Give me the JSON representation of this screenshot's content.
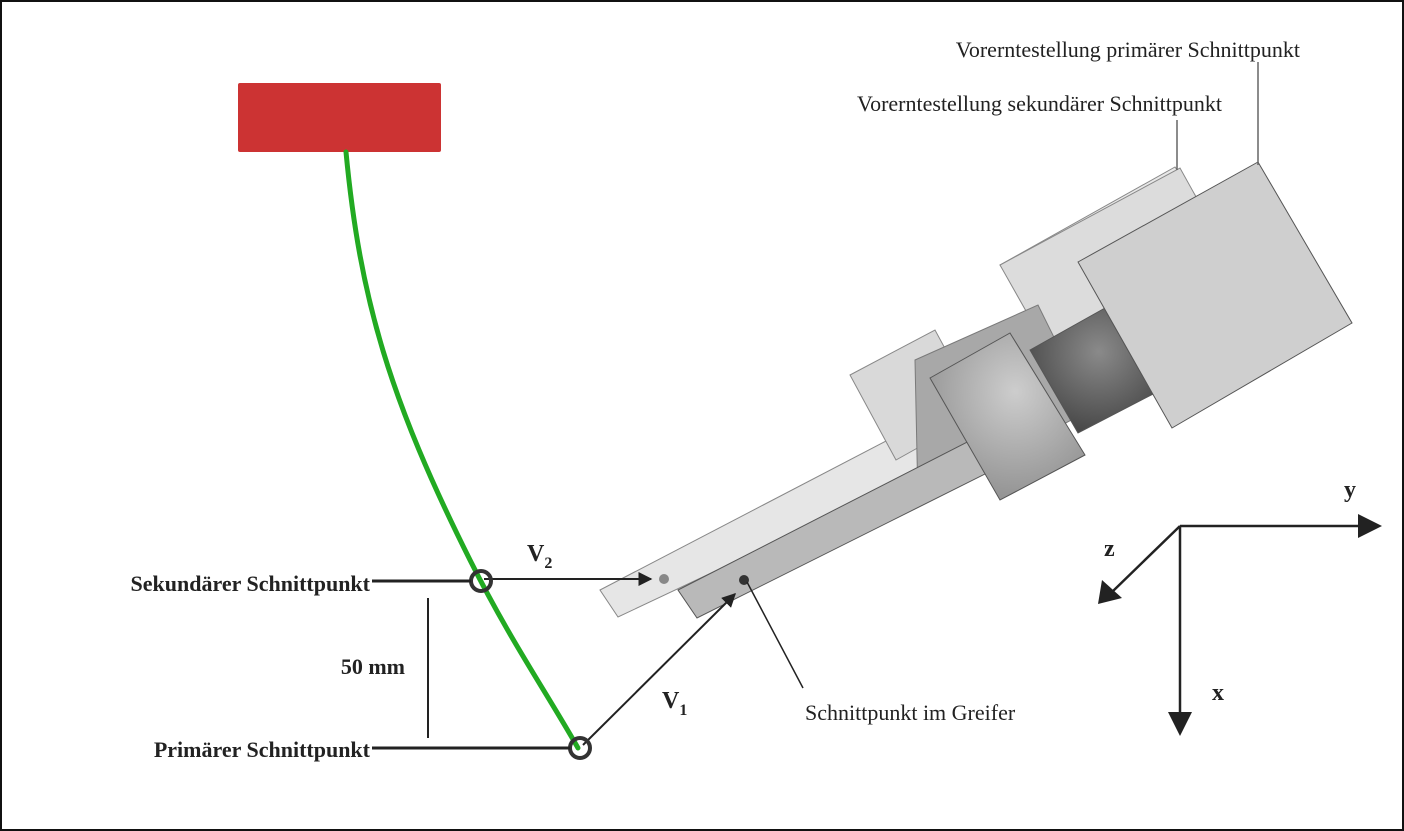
{
  "labels": {
    "preharvest_primary": "Vorerntestellung primärer Schnittpunkt",
    "preharvest_secondary": "Vorerntestellung sekundärer Schnittpunkt",
    "secondary_point": "Sekundärer Schnittpunkt",
    "primary_point": "Primärer Schnittpunkt",
    "distance": "50 mm",
    "gripper_point": "Schnittpunkt im Greifer",
    "vector_v2": "V",
    "vector_v2_sub": "2",
    "vector_v1": "V",
    "vector_v1_sub": "1"
  },
  "axes": {
    "y": "y",
    "z": "z",
    "x": "x"
  },
  "colors": {
    "target_block": "#cc3333",
    "stem": "#22aa22",
    "gripper_light": "#e4e4e4",
    "gripper_mid": "#cfcfcf",
    "gripper_dark": "#9a9a9a",
    "gripper_darkest": "#5a5a5a"
  }
}
